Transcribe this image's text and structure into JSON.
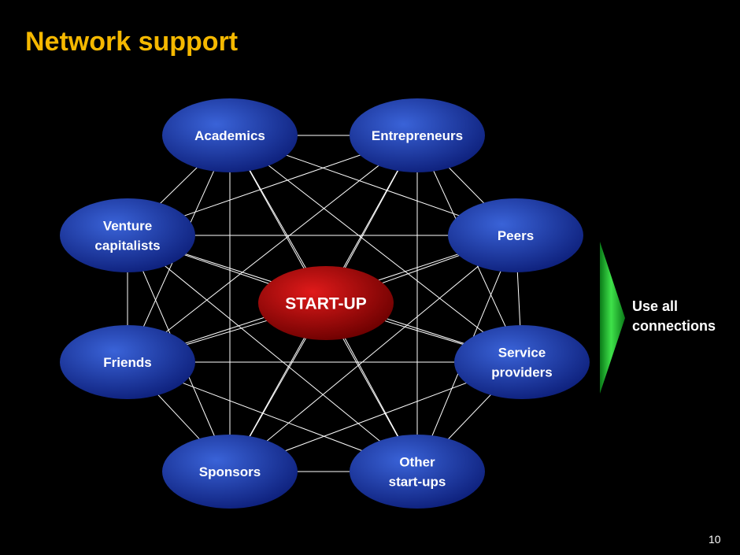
{
  "slide": {
    "title": "Network support",
    "page_number": "10",
    "side_note": [
      "Use all",
      "connections"
    ]
  },
  "colors": {
    "title": "#f5b800",
    "node_fill_center": "#3a63d8",
    "node_fill_edge": "#0d1f7a",
    "hub_fill_center": "#e01a1a",
    "hub_fill_edge": "#6a0000",
    "connector": "#ffffff",
    "arrow_light": "#3fe24a",
    "arrow_dark": "#0a7a18"
  },
  "hub": {
    "id": "startup",
    "label": [
      "START-UP"
    ]
  },
  "nodes": [
    {
      "id": "academics",
      "label": [
        "Academics"
      ]
    },
    {
      "id": "entrepreneurs",
      "label": [
        "Entrepreneurs"
      ]
    },
    {
      "id": "peers",
      "label": [
        "Peers"
      ]
    },
    {
      "id": "service-providers",
      "label": [
        "Service",
        "providers"
      ]
    },
    {
      "id": "other-startups",
      "label": [
        "Other",
        "start-ups"
      ]
    },
    {
      "id": "sponsors",
      "label": [
        "Sponsors"
      ]
    },
    {
      "id": "friends",
      "label": [
        "Friends"
      ]
    },
    {
      "id": "venture-capitalists",
      "label": [
        "Venture",
        "capitalists"
      ]
    }
  ],
  "connections": "all-to-all"
}
